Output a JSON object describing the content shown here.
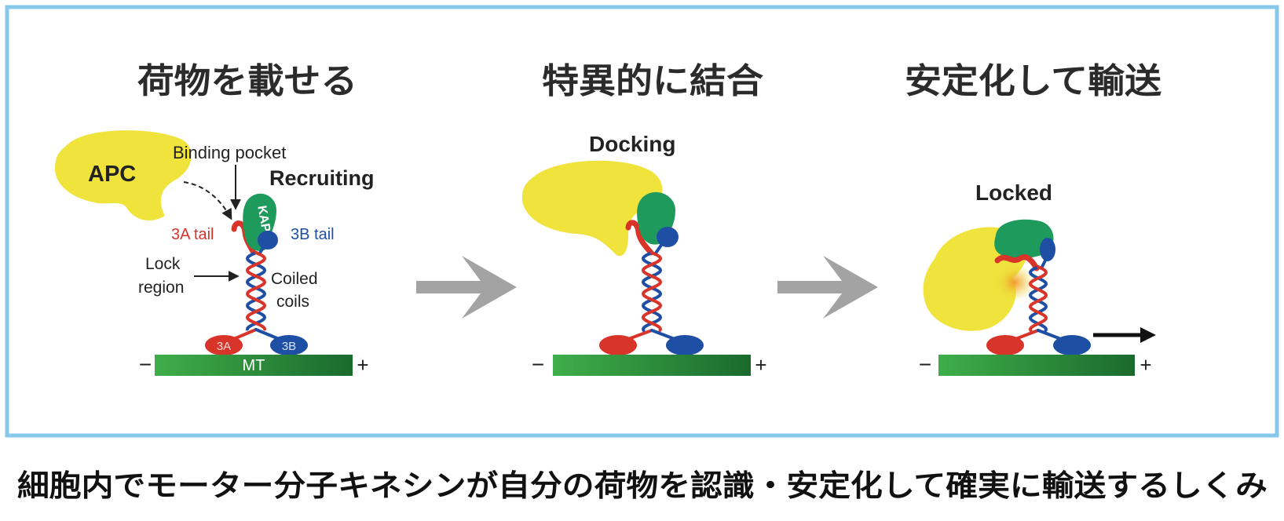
{
  "frame": {
    "border_color": "#87c8ea"
  },
  "colors": {
    "apc_yellow": "#efe33c",
    "kap3_green": "#1e9b5c",
    "strand_3a_red": "#d8342a",
    "strand_3b_blue": "#1e4fa5",
    "mt_green_light": "#3fae4a",
    "mt_green_dark": "#1b6a2d",
    "step_arrow_gray": "#a3a3a3",
    "orange_patch": "#f29a2e"
  },
  "panels": [
    {
      "title": "荷物を載せる",
      "apc_label": "APC",
      "binding_pocket_label": "Binding pocket",
      "state_label": "Recruiting",
      "kap3_label": "KAP3",
      "tail_3a_label": "3A tail",
      "tail_3b_label": "3B tail",
      "lock_region_label": [
        "Lock",
        "region"
      ],
      "coiled_coils_label": [
        "Coiled",
        "coils"
      ],
      "motor_3a_label": "3A",
      "motor_3b_label": "3B",
      "mt_label": "MT",
      "minus_end": "−",
      "plus_end": "+"
    },
    {
      "title": "特異的に結合",
      "state_label": "Docking",
      "minus_end": "−",
      "plus_end": "+"
    },
    {
      "title": "安定化して輸送",
      "state_label": "Locked",
      "minus_end": "−",
      "plus_end": "+"
    }
  ],
  "caption": "細胞内でモーター分子キネシンが自分の荷物を認識・安定化して確実に輸送するしくみ"
}
